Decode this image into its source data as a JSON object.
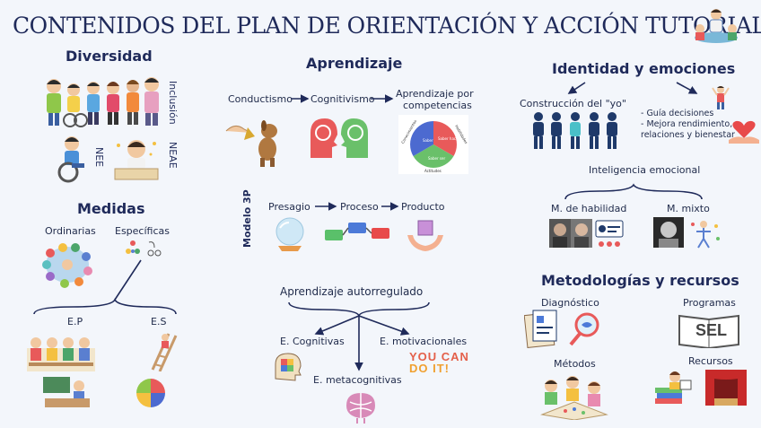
{
  "title": "CONTENIDOS DEL PLAN DE ORIENTACIÓN Y ACCIÓN TUTORIAL",
  "diversidad": {
    "heading": "Diversidad",
    "inclusion": "Inclusión",
    "nee": "NEE",
    "neae": "NEAE"
  },
  "medidas": {
    "heading": "Medidas",
    "ordinarias": "Ordinarias",
    "especificas": "Específicas",
    "ep": "E.P",
    "es": "E.S"
  },
  "aprendizaje": {
    "heading": "Aprendizaje",
    "conductismo": "Conductismo",
    "cognitivismo": "Cognitivismo",
    "competencias_l1": "Aprendizaje por",
    "competencias_l2": "competencias",
    "wheel": {
      "conocimientos": "Conocimientos",
      "habilidades": "Habilidades",
      "actitudes": "Actitudes",
      "saber": "Saber",
      "saber_hacer": "Saber hacer",
      "saber_ser": "Saber ser"
    },
    "modelo3p": "Modelo 3P",
    "presagio": "Presagio",
    "proceso": "Proceso",
    "producto": "Producto",
    "autorregulado": "Aprendizaje autorregulado",
    "cognitivas": "E. Cognitivas",
    "metacognitivas": "E. metacognitivas",
    "motivacionales": "E. motivacionales",
    "youcan_l1": "YOU CAN",
    "youcan_l2": "DO IT!"
  },
  "identidad": {
    "heading": "Identidad y emociones",
    "construccion": "Construcción del \"yo\"",
    "guia_l1": "- Guía decisiones",
    "guia_l2": "- Mejora rendimiento,",
    "guia_l3": "relaciones y bienestar",
    "inteligencia": "Inteligencia emocional",
    "habilidad": "M. de habilidad",
    "mixto": "M. mixto"
  },
  "metodologias": {
    "heading": "Metodologías y recursos",
    "diagnostico": "Diagnóstico",
    "programas": "Programas",
    "sel": "SEL",
    "metodos": "Métodos",
    "recursos": "Recursos"
  },
  "colors": {
    "navy": "#1f2a5a",
    "accent_red": "#e4604a"
  }
}
